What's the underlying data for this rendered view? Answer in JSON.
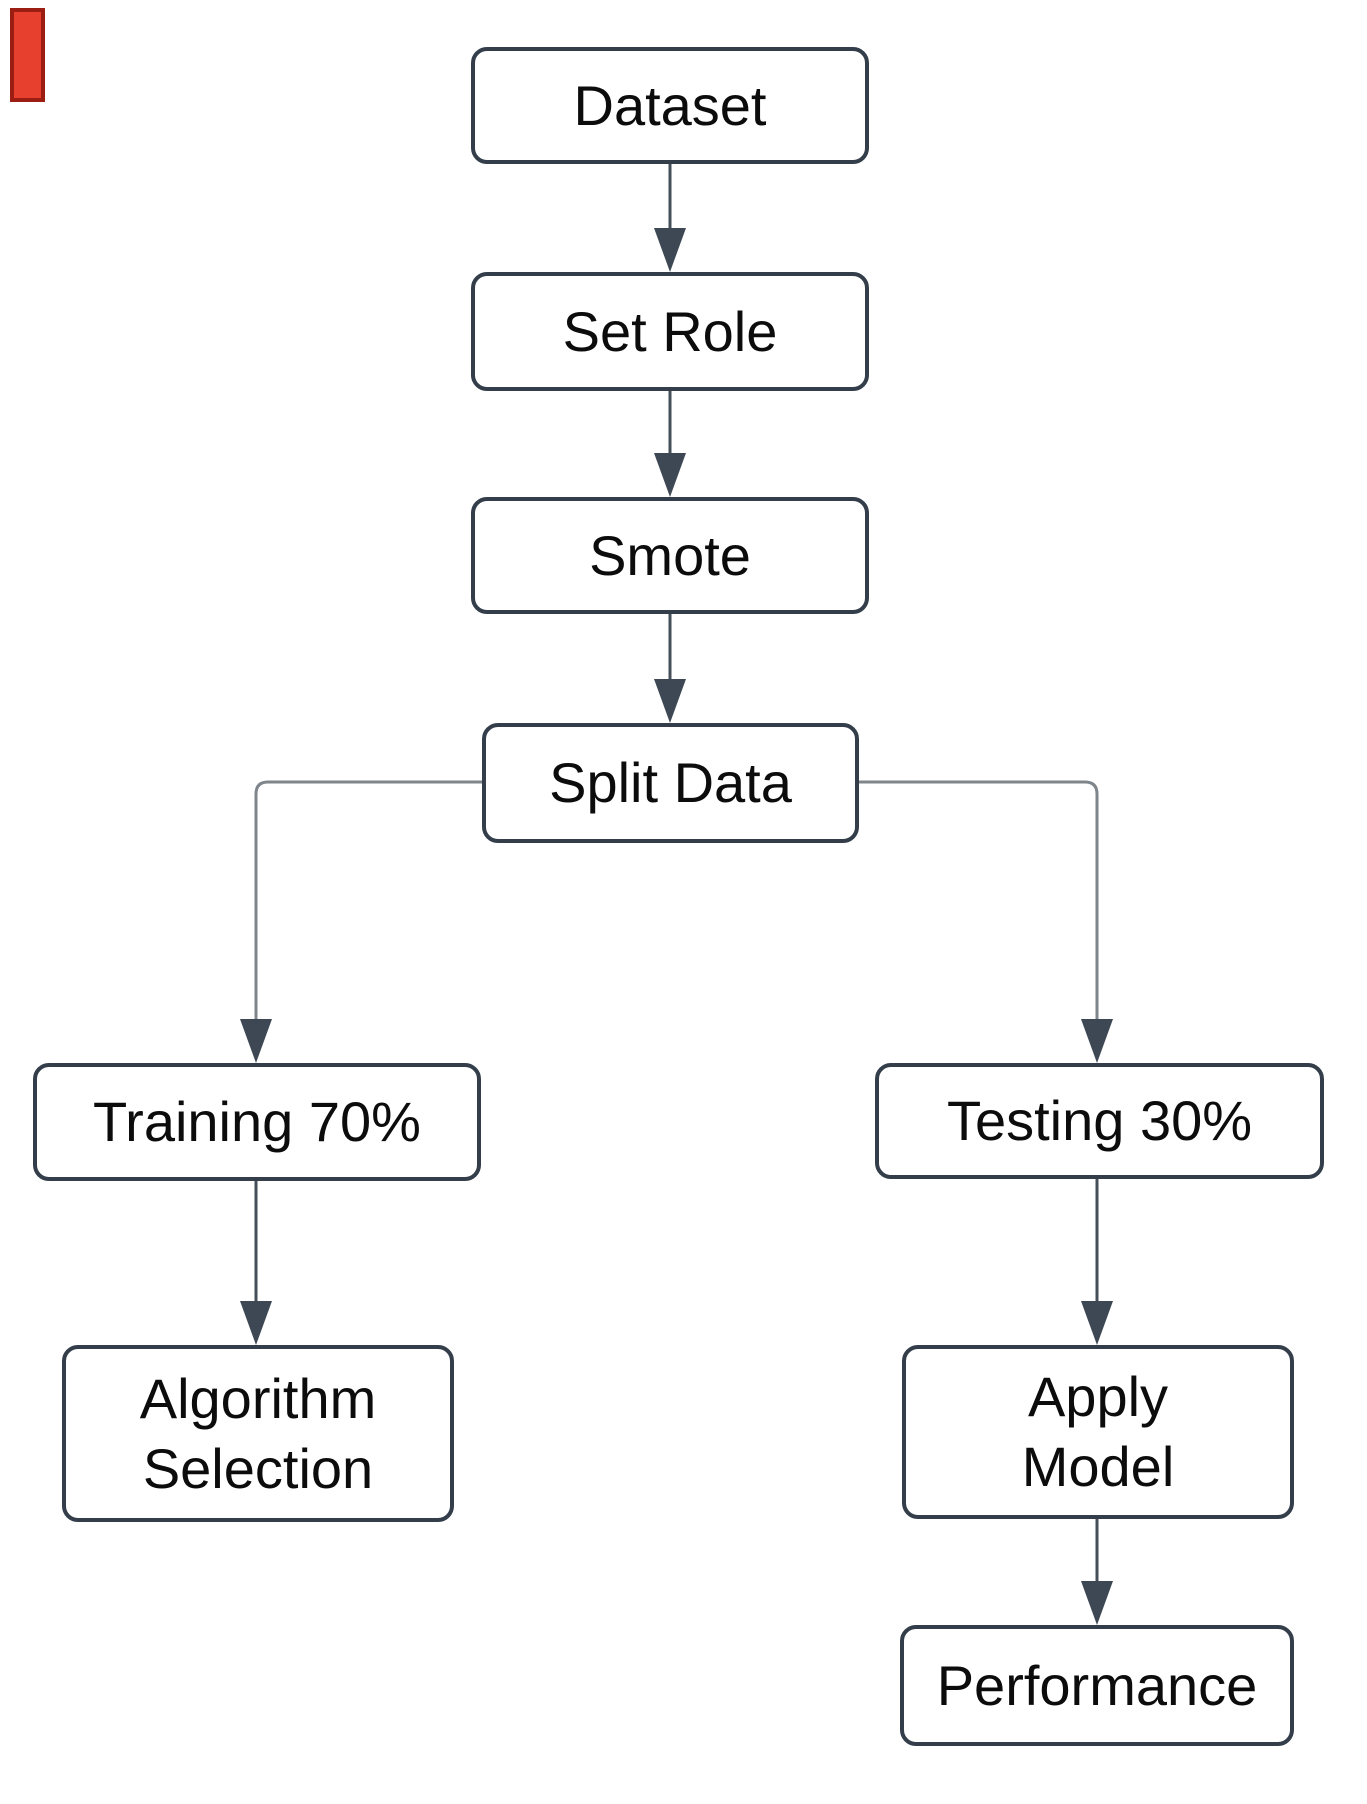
{
  "diagram": {
    "type": "flowchart",
    "nodes": {
      "dataset": {
        "label": "Dataset"
      },
      "set_role": {
        "label": "Set Role"
      },
      "smote": {
        "label": "Smote"
      },
      "split_data": {
        "label": "Split Data"
      },
      "training": {
        "label": "Training 70%"
      },
      "algorithm_selection": {
        "label": "Algorithm\nSelection"
      },
      "testing": {
        "label": "Testing 30%"
      },
      "apply_model": {
        "label": "Apply\nModel"
      },
      "performance": {
        "label": "Performance"
      }
    },
    "edges": [
      {
        "from": "Dataset",
        "to": "Set Role"
      },
      {
        "from": "Set Role",
        "to": "Smote"
      },
      {
        "from": "Smote",
        "to": "Split Data"
      },
      {
        "from": "Split Data",
        "to": "Training 70%"
      },
      {
        "from": "Split Data",
        "to": "Testing 30%"
      },
      {
        "from": "Training 70%",
        "to": "Algorithm Selection"
      },
      {
        "from": "Testing 30%",
        "to": "Apply Model"
      },
      {
        "from": "Apply Model",
        "to": "Performance"
      }
    ]
  },
  "colors": {
    "page_bg": "#ffffff",
    "node_border": "#333e4a",
    "node_fill": "#ffffff",
    "text": "#0c0c0c",
    "arrow_line": "#454f59",
    "branch_line": "#7e858b",
    "arrowhead": "#3d4854",
    "marker_red": "#e8402f",
    "marker_red_border": "#9c1d12"
  }
}
